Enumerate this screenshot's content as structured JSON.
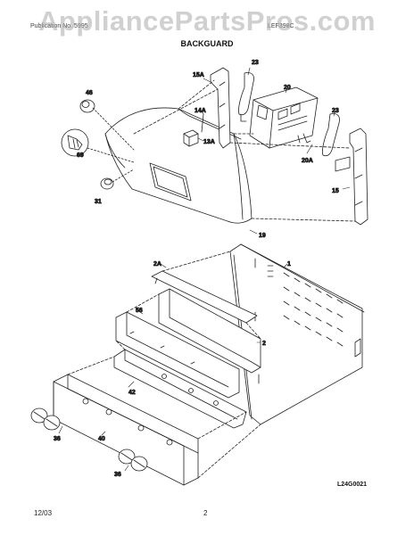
{
  "header": {
    "left_text": "Publication No. 5995",
    "right_text": "LEF398C",
    "watermark": "AppliancePartsPros.com",
    "title": "BACKGUARD"
  },
  "callouts": {
    "c46": "46",
    "c69": "69",
    "c31": "31",
    "c15A": "15A",
    "c23a": "23",
    "c20": "20",
    "c14A": "14A",
    "c13A": "13A",
    "c23b": "23",
    "c20A": "20A",
    "c15": "15",
    "c19": "19",
    "c2A": "2A",
    "c1": "1",
    "c56": "56",
    "c2": "2",
    "c42": "42",
    "c36a": "36",
    "c40": "40",
    "c36b": "36"
  },
  "diagram_code": "L24G0021",
  "footer": {
    "date": "12/03",
    "page": "2"
  }
}
